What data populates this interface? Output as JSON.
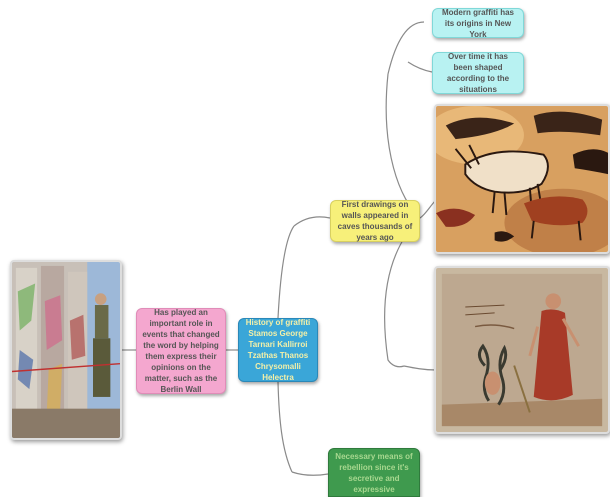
{
  "nodes": {
    "central": "History of graffiti\nStamos George\nTarnari Kallirroi\nTzathas Thanos\nChrysomalli Helectra",
    "role": "Has played an important role in events that changed the word by helping them express their opinions on the matter, such as the Berlin Wall",
    "first_drawings": "First drawings on walls appeared in caves thousands of years ago",
    "modern": "Modern graffiti has its origins in New York",
    "over_time": "Over time it has been shaped according to the situations",
    "rebellion": "Necessary means of rebellion since it's secretive and expressive"
  },
  "colors": {
    "central": "#3aa6d8",
    "central_text": "#f4f0a8",
    "role": "#f4a7cf",
    "first_drawings": "#f7f07a",
    "cyan_nodes": "#b8f2f2",
    "rebellion": "#3f9a4e",
    "rebellion_text": "#a8d890",
    "connector": "#8a8a8a"
  },
  "images": {
    "berlin_wall": "berlin-wall-photo",
    "cave_painting": "cave-painting-photo",
    "fresco": "fresco-photo"
  }
}
